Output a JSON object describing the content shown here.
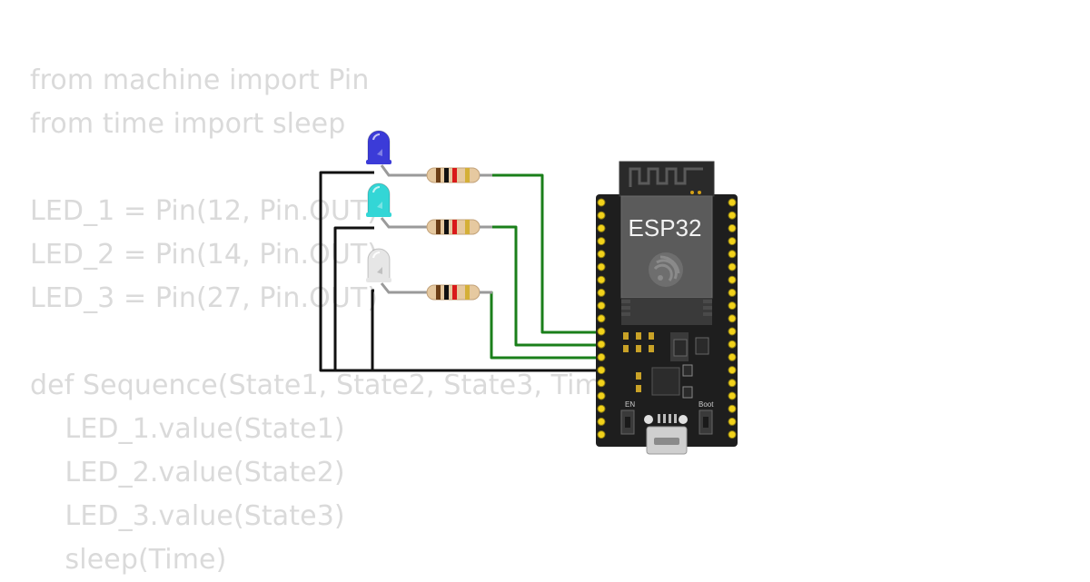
{
  "code": {
    "lines": [
      "from machine import Pin",
      "from time import sleep",
      "",
      "LED_1 = Pin(12, Pin.OUT)",
      "LED_2 = Pin(14, Pin.OUT)",
      "LED_3 = Pin(27, Pin.OUT)",
      "",
      "def Sequence(State1, State2, State3, Time",
      "    LED_1.value(State1)",
      "    LED_2.value(State2)",
      "    LED_3.value(State3)",
      "    sleep(Time)"
    ]
  },
  "board": {
    "label": "ESP32",
    "button_en": "EN",
    "button_boot": "Boot"
  },
  "leds": [
    {
      "color": "#3b3bd8"
    },
    {
      "color": "#33d6d6"
    },
    {
      "color": "#e6e6e6"
    }
  ],
  "wires": {
    "signal_color": "#1a7f1a",
    "ground_color": "#111111"
  }
}
